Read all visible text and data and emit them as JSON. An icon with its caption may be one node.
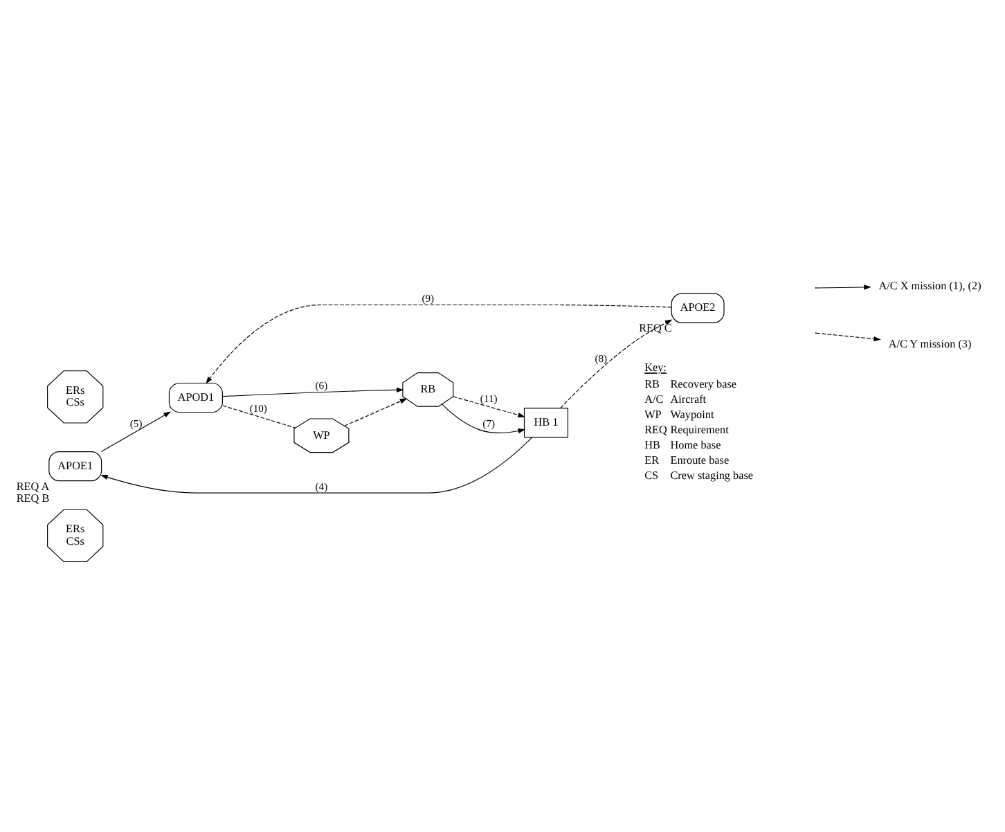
{
  "diagram": {
    "nodes": [
      {
        "text": [
          "ERs",
          "CSs"
        ]
      },
      {
        "text": [
          "APOE1"
        ],
        "beside": [
          "REQ A",
          "REQ B"
        ]
      },
      {
        "text": [
          "RB"
        ]
      },
      {
        "text": [
          "HB 1"
        ]
      },
      {
        "text": [
          "WP"
        ]
      },
      {
        "text": [
          "APOD1"
        ]
      },
      {
        "text": [
          "APOE2"
        ],
        "beside": [
          "REQ C"
        ]
      },
      {
        "text": [
          "ERs",
          "CSs"
        ]
      }
    ],
    "edges": [
      {
        "from": 3,
        "to": 1,
        "arrow": "to",
        "label": "(4)"
      },
      {
        "from": 1,
        "to": 5,
        "arrow": "to",
        "label": "(5)"
      },
      {
        "from": 5,
        "to": 2,
        "arrow": "to",
        "label": "(6)"
      },
      {
        "from": 2,
        "to": 3,
        "arrow": "to",
        "label": "(7)"
      },
      {
        "from": 2,
        "to": 3,
        "arrow": "to",
        "label": "(11)",
        "style": "dashed"
      },
      {
        "from": 3,
        "to": 6,
        "arrow": "to",
        "label": "(8)",
        "style": "dashed"
      },
      {
        "from": 6,
        "to": 5,
        "arrow": "to",
        "label": "(9)",
        "style": "dashed"
      },
      {
        "from": 5,
        "to": 4,
        "arrow": "none",
        "label": "(10)",
        "style": "dashed"
      },
      {
        "from": 4,
        "to": 2,
        "arrow": "to",
        "style": "dashed"
      }
    ],
    "labels": [
      "Key:",
      "RB",
      "Recovery base",
      "A/C",
      "Aircraft",
      "WP",
      "Waypoint",
      "REQ",
      "Requirement",
      "HB",
      "Home base",
      "ER",
      "Enroute base",
      "CS",
      "Crew staging base"
    ],
    "legend": [
      {
        "text": "A/C X mission (1), (2)"
      },
      {
        "text": "A/C Y mission (3)"
      }
    ]
  }
}
